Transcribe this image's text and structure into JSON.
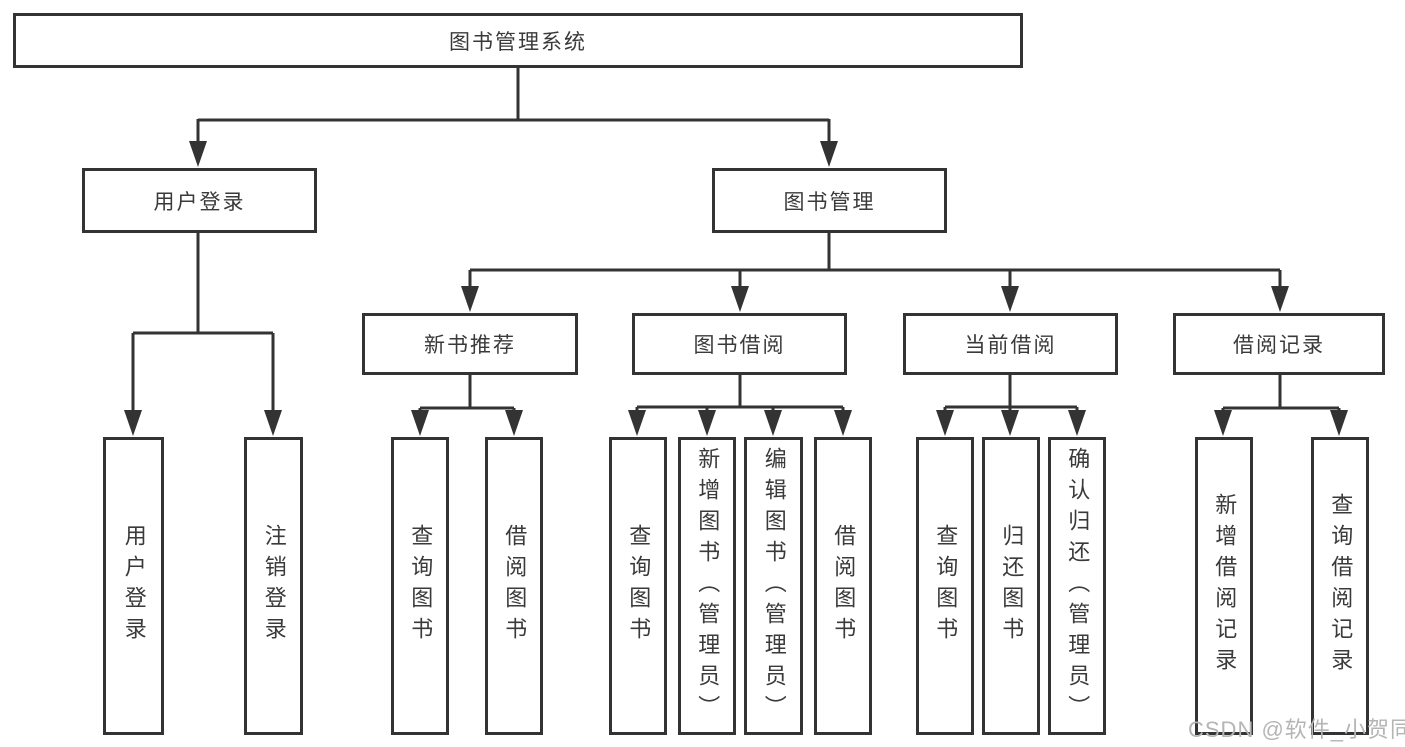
{
  "diagram": {
    "root": {
      "label": "图书管理系统"
    },
    "level2": [
      {
        "label": "用户登录",
        "children": [
          "用户登录",
          "注销登录"
        ]
      },
      {
        "label": "图书管理"
      }
    ],
    "level3": [
      {
        "label": "新书推荐",
        "children": [
          "查询图书",
          "借阅图书"
        ]
      },
      {
        "label": "图书借阅",
        "children": [
          "查询图书",
          "新增图书（管理员）",
          "编辑图书（管理员）",
          "借阅图书"
        ]
      },
      {
        "label": "当前借阅",
        "children": [
          "查询图书",
          "归还图书",
          "确认归还（管理员）"
        ]
      },
      {
        "label": "借阅记录",
        "children": [
          "新增借阅记录",
          "查询借阅记录"
        ]
      }
    ]
  },
  "watermark": "CSDN @软件_小贺同学",
  "colors": {
    "line": "#333333",
    "box_border": "#333333",
    "text": "#3a3a3a",
    "watermark": "#b5b5b5",
    "background": "#ffffff"
  }
}
